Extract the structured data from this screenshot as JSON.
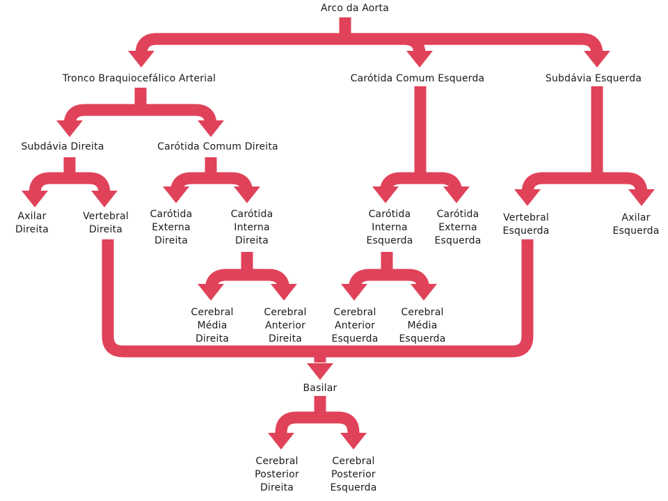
{
  "arrow_color": "#e0425a",
  "text_color": "#1a1a1a",
  "background": "#ffffff",
  "nodes": {
    "arco_aorta": [
      "Arco da Aorta"
    ],
    "tronco_braquiocefalico": [
      "Tronco Braquiocefálico Arterial"
    ],
    "carotida_comum_esquerda": [
      "Carótida Comum Esquerda"
    ],
    "subclavia_esquerda": [
      "Subdávia Esquerda"
    ],
    "subclavia_direita": [
      "Subdávia Direita"
    ],
    "carotida_comum_direita": [
      "Carótida Comum Direita"
    ],
    "axilar_direita": [
      "Axilar",
      "Direita"
    ],
    "vertebral_direita": [
      "Vertebral",
      "Direita"
    ],
    "carotida_externa_direita": [
      "Carótida",
      "Externa",
      "Direita"
    ],
    "carotida_interna_direita": [
      "Carótida",
      "Interna",
      "Direita"
    ],
    "carotida_interna_esquerda": [
      "Carótida",
      "Interna",
      "Esquerda"
    ],
    "carotida_externa_esquerda": [
      "Carótida",
      "Externa",
      "Esquerda"
    ],
    "vertebral_esquerda": [
      "Vertebral",
      "Esquerda"
    ],
    "axilar_esquerda": [
      "Axilar",
      "Esquerda"
    ],
    "cerebral_media_direita": [
      "Cerebral",
      "Média",
      "Direita"
    ],
    "cerebral_anterior_direita": [
      "Cerebral",
      "Anterior",
      "Direita"
    ],
    "cerebral_anterior_esquerda": [
      "Cerebral",
      "Anterior",
      "Esquerda"
    ],
    "cerebral_media_esquerda": [
      "Cerebral",
      "Média",
      "Esquerda"
    ],
    "basilar": [
      "Basilar"
    ],
    "cerebral_posterior_direita": [
      "Cerebral",
      "Posterior",
      "Direita"
    ],
    "cerebral_posterior_esquerda": [
      "Cerebral",
      "Posterior",
      "Esquerda"
    ]
  },
  "edges": [
    {
      "from": "arco_aorta",
      "to": "tronco_braquiocefalico"
    },
    {
      "from": "arco_aorta",
      "to": "carotida_comum_esquerda"
    },
    {
      "from": "arco_aorta",
      "to": "subclavia_esquerda"
    },
    {
      "from": "tronco_braquiocefalico",
      "to": "subclavia_direita"
    },
    {
      "from": "tronco_braquiocefalico",
      "to": "carotida_comum_direita"
    },
    {
      "from": "subclavia_direita",
      "to": "axilar_direita"
    },
    {
      "from": "subclavia_direita",
      "to": "vertebral_direita"
    },
    {
      "from": "carotida_comum_direita",
      "to": "carotida_externa_direita"
    },
    {
      "from": "carotida_comum_direita",
      "to": "carotida_interna_direita"
    },
    {
      "from": "carotida_comum_esquerda",
      "to": "carotida_interna_esquerda"
    },
    {
      "from": "carotida_comum_esquerda",
      "to": "carotida_externa_esquerda"
    },
    {
      "from": "subclavia_esquerda",
      "to": "vertebral_esquerda"
    },
    {
      "from": "subclavia_esquerda",
      "to": "axilar_esquerda"
    },
    {
      "from": "carotida_interna_direita",
      "to": "cerebral_media_direita"
    },
    {
      "from": "carotida_interna_direita",
      "to": "cerebral_anterior_direita"
    },
    {
      "from": "carotida_interna_esquerda",
      "to": "cerebral_anterior_esquerda"
    },
    {
      "from": "carotida_interna_esquerda",
      "to": "cerebral_media_esquerda"
    },
    {
      "from": "vertebral_direita",
      "to": "basilar"
    },
    {
      "from": "vertebral_esquerda",
      "to": "basilar"
    },
    {
      "from": "basilar",
      "to": "cerebral_posterior_direita"
    },
    {
      "from": "basilar",
      "to": "cerebral_posterior_esquerda"
    }
  ]
}
